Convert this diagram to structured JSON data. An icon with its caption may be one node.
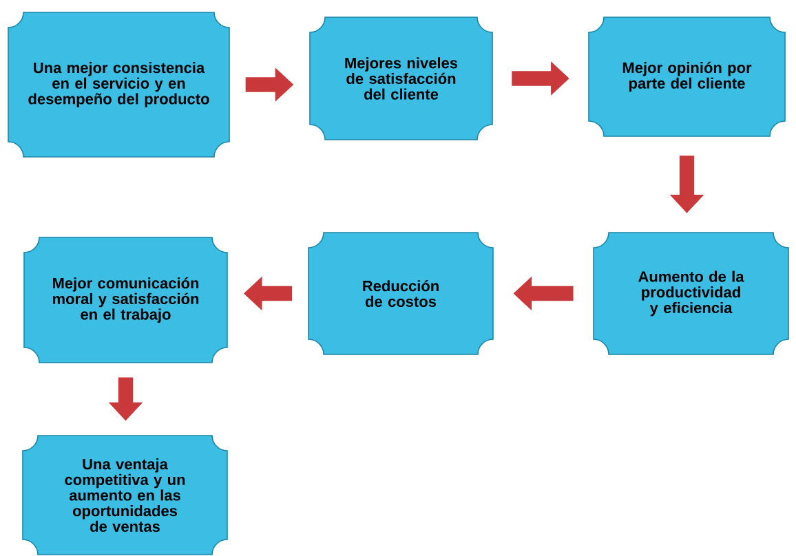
{
  "diagram": {
    "nodes": [
      {
        "text": [
          "Una mejor consistencia en el servicio y en desempeño del producto"
        ]
      },
      {
        "text": [
          "Mejores niveles de satisfacción del cliente"
        ]
      },
      {
        "text": [
          "Mejor opinión por parte del cliente"
        ]
      },
      {
        "text": [
          "Aumento de la productividad y eficiencia"
        ]
      },
      {
        "text": [
          "Reducción de costos"
        ]
      },
      {
        "text": [
          "Mejor comunicación moral y satisfacción en el trabajo"
        ]
      },
      {
        "text": [
          "Una ventaja competitiva y un aumento en las oportunidades de ventas"
        ]
      }
    ],
    "edges": [
      {
        "from": 0,
        "to": 1,
        "arrow": "to"
      },
      {
        "from": 1,
        "to": 2,
        "arrow": "to"
      },
      {
        "from": 2,
        "to": 3,
        "arrow": "to"
      },
      {
        "from": 3,
        "to": 4,
        "arrow": "to"
      },
      {
        "from": 4,
        "to": 5,
        "arrow": "to"
      },
      {
        "from": 5,
        "to": 6,
        "arrow": "to"
      }
    ]
  }
}
